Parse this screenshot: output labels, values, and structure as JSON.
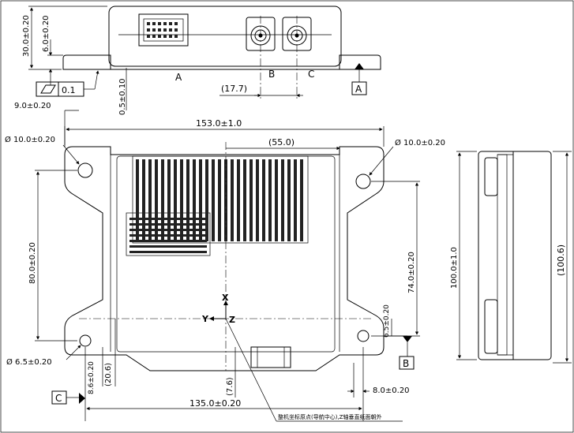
{
  "top_view": {
    "height_dim": "30.0±0.20",
    "flange_dim": "6.0±0.20",
    "label_a": "A",
    "label_b": "B",
    "label_c": "C",
    "connector_spacing": "(17.7)",
    "flatness_value": "0.1",
    "offset_dim": "0.5±0.10",
    "datum_a": "A"
  },
  "front_view": {
    "left_edge_dim": "9.0±0.20",
    "overall_width": "153.0±1.0",
    "hole_left": "Ø 10.0±0.20",
    "hole_right": "Ø 10.0±0.20",
    "heatsink_width": "(55.0)",
    "hole_spacing_v": "80.0±0.20",
    "mount_height": "74.0±0.20",
    "offset_6_5": "6.5±0.20",
    "small_hole": "Ø 6.5±0.20",
    "dim_8_6": "8.6±0.20",
    "dim_20_6": "(20.6)",
    "dim_7_6": "(7.6)",
    "dim_8_0": "8.0±0.20",
    "hole_spacing_h": "135.0±0.20",
    "datum_b": "B",
    "datum_c": "C",
    "axis_x": "X",
    "axis_y": "Y",
    "axis_z": "Z",
    "origin_note": "整机坐标原点(导航中心),Z轴垂直纸面朝外"
  },
  "side_view": {
    "overall_height": "100.0±1.0",
    "ref_height": "(100.6)"
  }
}
